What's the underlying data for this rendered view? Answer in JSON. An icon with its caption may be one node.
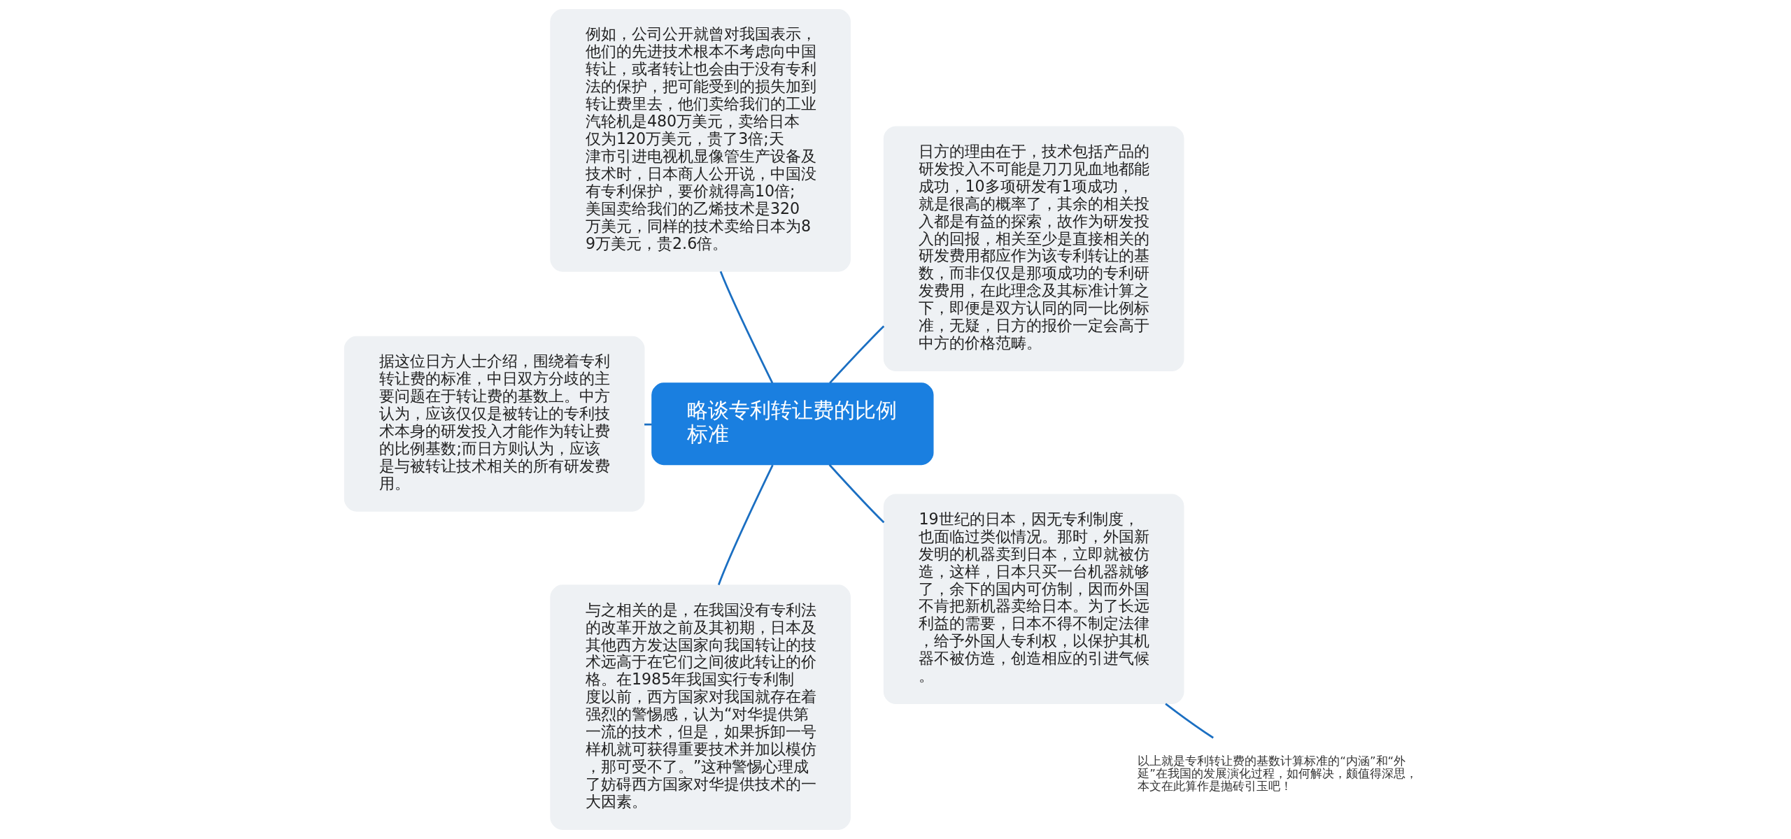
{
  "diagram": {
    "nodes": [
      {
        "text": [
          "略谈专利转让费的比例标准"
        ]
      },
      {
        "text": [
          "日方的理由在于，技术包括产品的研发投入不可能是刀刀见血地都能成功，10多项研发有1项成功，就是很高的概率了，其余的相关投入都是有益的探索，故作为研发投入的回报，相关至少是直接相关的研发费用都应作为该专利转让的基数，而非仅仅是那项成功的专利研发费用，在此理念及其标准计算之下，即便是双方认同的同一比例标准，无疑，日方的报价一定会高于中方的价格范畴。"
        ]
      },
      {
        "text": [
          "例如，公司公开就曾对我国表示，他们的先进技术根本不考虑向中国转让，或者转让也会由于没有专利法的保护，把可能受到的损失加到转让费里去，他们卖给我们的工业汽轮机是480万美元，卖给日本仅为120万美元，贵了3倍;天津市引进电视机显像管生产设备及技术时，日本商人公开说，中国没有专利保护，要价就得高10倍;美国卖给我们的乙烯技术是320万美元，同样的技术卖给日本为89万美元，贵2.6倍。"
        ]
      },
      {
        "text": [
          "据这位日方人士介绍，围绕着专利转让费的标准，中日双方分歧的主要问题在于转让费的基数上。中方认为，应该仅仅是被转让的专利技术本身的研发投入才能作为转让费的比例基数;而日方则认为，应该是与被转让技术相关的所有研发费用。"
        ]
      },
      {
        "text": [
          "与之相关的是，在我国没有专利法的改革开放之前及其初期，日本及其他西方发达国家向我国转让的技术远高于在它们之间彼此转让的价格。在1985年我国实行专利制度以前，西方国家对我国就存在着强烈的警惕感，认为“对华提供第一流的技术，但是，如果拆卸一号样机就可获得重要技术并加以模仿，那可受不了。”这种警惕心理成了妨碍西方国家对华提供技术的一大因素。"
        ]
      },
      {
        "text": [
          "19世纪的日本，因无专利制度，也面临过类似情况。那时，外国新发明的机器卖到日本，立即就被仿造，这样，日本只买一台机器就够了，余下的国内可仿制，因而外国不肯把新机器卖给日本。为了长远利益的需要，日本不得不制定法律，给予外国人专利权，以保护其机器不被仿造，创造相应的引进气候。"
        ]
      },
      {
        "text": [
          "以上就是专利转让费的基数计算标准的“内涵”和“外延”在我国的发展演化过程，如何解决，颇值得深思，本文在此算作是抛砖引玉吧！"
        ]
      }
    ],
    "edges": [
      {
        "from": 0,
        "to": 1,
        "arrow": "none"
      },
      {
        "from": 0,
        "to": 2,
        "arrow": "none"
      },
      {
        "from": 0,
        "to": 3,
        "arrow": "none"
      },
      {
        "from": 0,
        "to": 4,
        "arrow": "none"
      },
      {
        "from": 0,
        "to": 5,
        "arrow": "none"
      },
      {
        "from": 5,
        "to": 6,
        "arrow": "none"
      }
    ]
  }
}
